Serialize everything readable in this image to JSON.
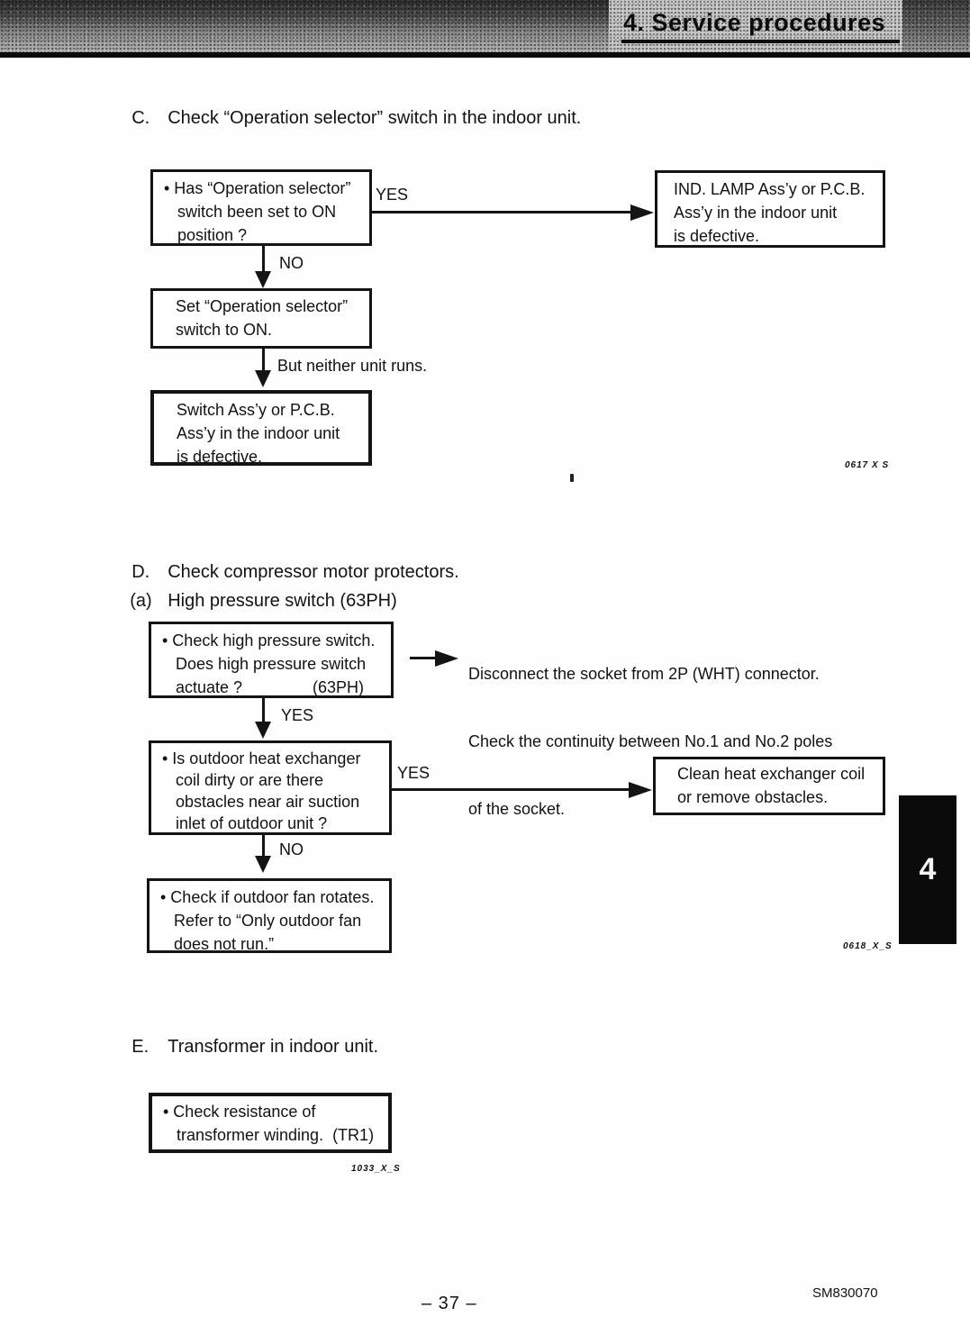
{
  "header": {
    "title": "4. Service procedures"
  },
  "side_tab": {
    "label": "4"
  },
  "sections": {
    "c_label": "C.",
    "c_title": "Check “Operation selector” switch in the indoor unit.",
    "d_label": "D.",
    "d_title": "Check compressor motor protectors.",
    "da_label": "(a)",
    "da_title": "High pressure switch (63PH)",
    "e_label": "E.",
    "e_title": "Transformer in indoor unit."
  },
  "flow_c": {
    "box_question": [
      "• Has “Operation selector”",
      "switch been set to ON",
      "position ?"
    ],
    "yes_label": "YES",
    "no_label": "NO",
    "box_result_right": [
      "IND. LAMP Ass’y or P.C.B.",
      "Ass’y in the indoor unit",
      "is defective."
    ],
    "box_set": [
      "Set “Operation selector”",
      "switch to ON."
    ],
    "arrow_note": "But neither unit runs.",
    "box_result_bottom": [
      "Switch Ass’y or P.C.B.",
      "Ass’y in the indoor unit",
      "is defective."
    ],
    "figure_code": "0617 X S"
  },
  "flow_d": {
    "box_check": [
      "• Check high pressure switch.",
      "Does high pressure switch"
    ],
    "box_check_line3_left": "actuate ?",
    "box_check_line3_right": "(63PH)",
    "note": [
      "Disconnect the socket from 2P (WHT) connector.",
      "Check the continuity between No.1 and No.2 poles",
      "of the socket."
    ],
    "yes1_label": "YES",
    "box_coil": [
      "• Is outdoor heat exchanger",
      "coil dirty or are there",
      "obstacles near air suction",
      "inlet of outdoor unit ?"
    ],
    "yes2_label": "YES",
    "box_clean": [
      "Clean heat exchanger coil",
      "or remove obstacles."
    ],
    "no_label": "NO",
    "box_fan": [
      "• Check if outdoor fan rotates.",
      "Refer to “Only outdoor fan",
      "does not run.”"
    ],
    "figure_code": "0618_X_S"
  },
  "flow_e": {
    "box_transformer": [
      "• Check resistance of",
      "transformer winding.  (TR1)"
    ],
    "figure_code": "1033_X_S"
  },
  "footer": {
    "page_number": "– 37 –",
    "doc_code": "SM830070"
  },
  "colors": {
    "ink": "#121212",
    "paper": "#fefefe",
    "banner_gray": "#c8c8c8",
    "tab_black": "#0a0a0a"
  }
}
